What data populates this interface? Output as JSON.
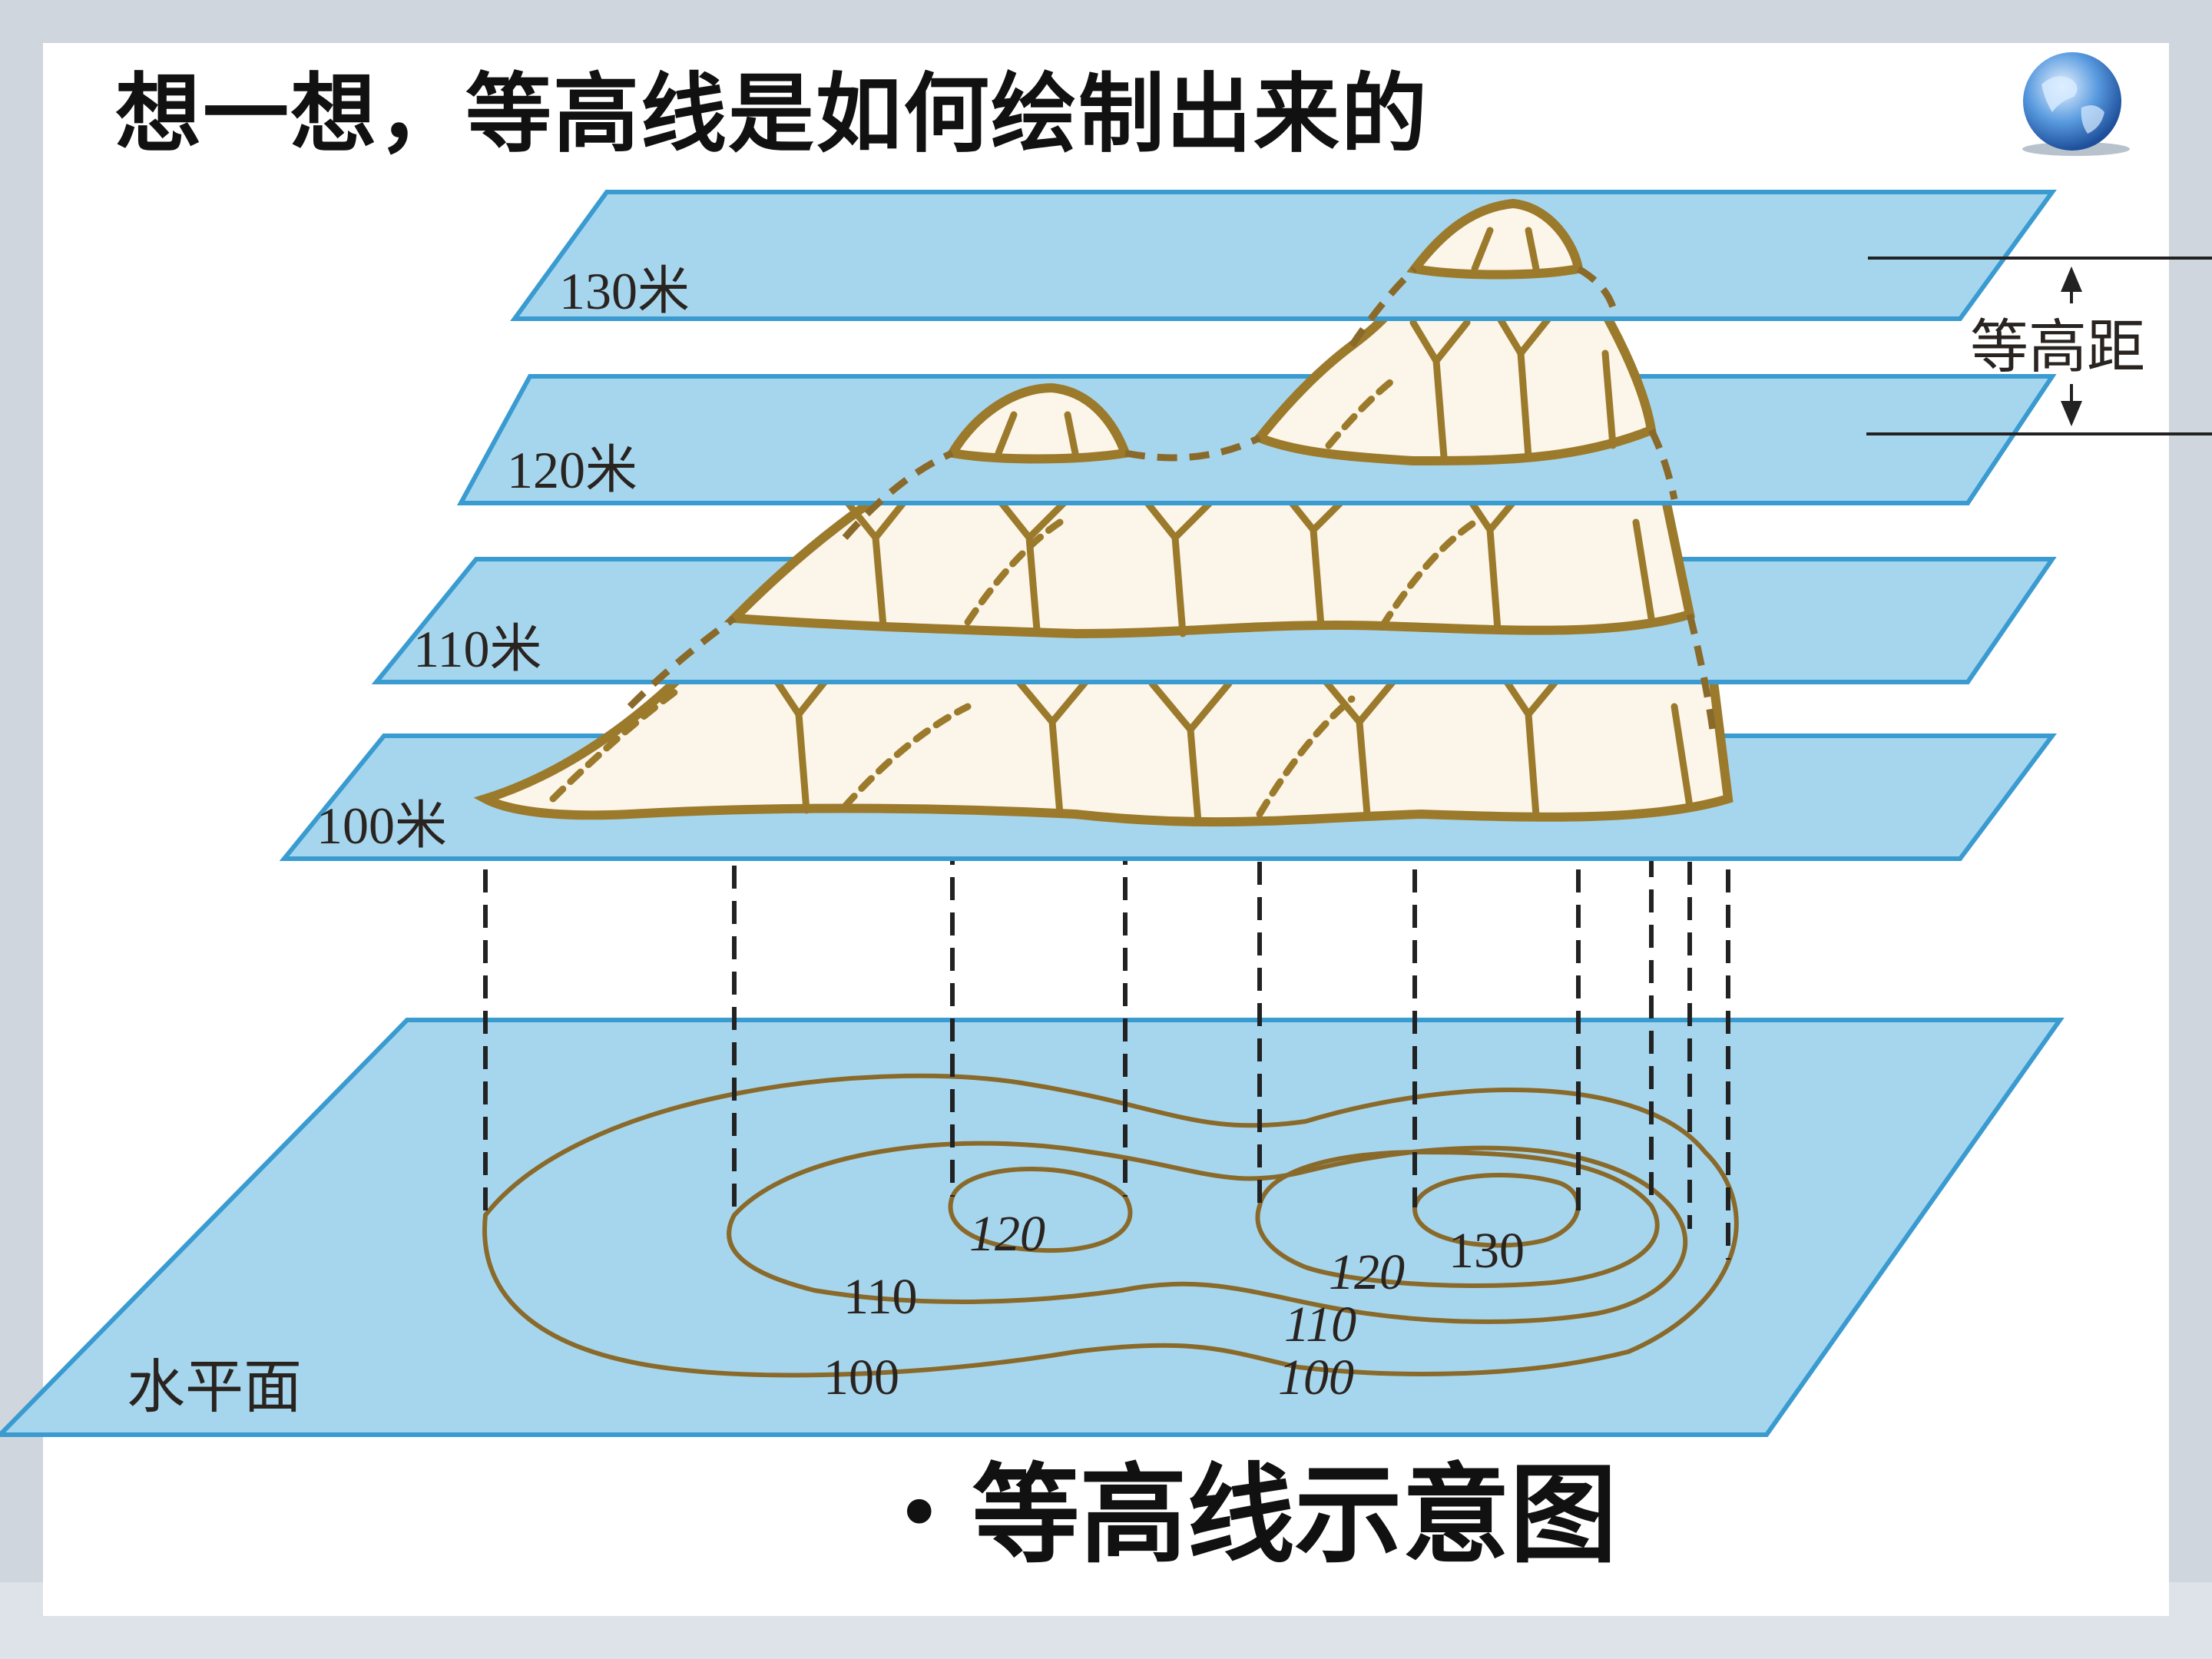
{
  "slide": {
    "title": "想一想，等高线是如何绘制出来的",
    "caption_bullet": "•",
    "caption": "等高线示意图"
  },
  "diagram": {
    "planes": [
      {
        "label": "130米"
      },
      {
        "label": "120米"
      },
      {
        "label": "110米"
      },
      {
        "label": "100米"
      }
    ],
    "base_plane_label": "水平面",
    "interval_label": "等高距",
    "contour_labels": {
      "left_120": "120",
      "left_110": "110",
      "left_100": "100",
      "right_130": "130",
      "right_120": "120",
      "right_110": "110",
      "right_100": "100"
    }
  },
  "colors": {
    "plane_fill": "#a6d6ee",
    "plane_edge": "#3a9bd1",
    "mountain": "#9c7a2c",
    "mountain_face": "#fbf6e9",
    "contour": "#8a6a2a",
    "text": "#111111"
  }
}
